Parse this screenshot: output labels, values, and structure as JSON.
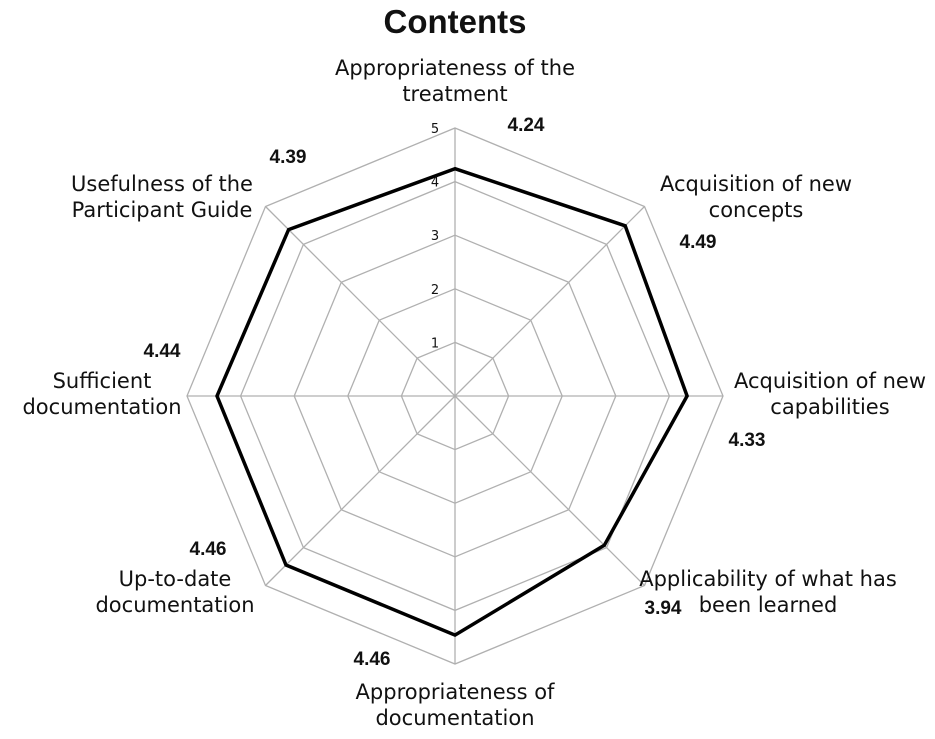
{
  "chart_data": {
    "type": "radar",
    "title": "Contents",
    "axes": [
      "Appropriateness of the treatment",
      "Acquisition of new concepts",
      "Acquisition of new capabilities",
      "Applicability of what has been learned",
      "Appropriateness of documentation",
      "Up-to-date documentation",
      "Sufficient documentation",
      "Usefulness of the Participant Guide"
    ],
    "axis_label_lines": [
      [
        "Appropriateness of the",
        "treatment"
      ],
      [
        "Acquisition of new",
        "concepts"
      ],
      [
        "Acquisition of new",
        "capabilities"
      ],
      [
        "Applicability of what has",
        "been learned"
      ],
      [
        "Appropriateness of",
        "documentation"
      ],
      [
        "Up-to-date",
        "documentation"
      ],
      [
        "Sufficient",
        "documentation"
      ],
      [
        "Usefulness of the",
        "Participant Guide"
      ]
    ],
    "series": [
      {
        "values": [
          4.24,
          4.49,
          4.33,
          3.94,
          4.46,
          4.46,
          4.44,
          4.39
        ]
      }
    ],
    "value_labels": [
      "4.24",
      "4.49",
      "4.33",
      "3.94",
      "4.46",
      "4.46",
      "4.44",
      "4.39"
    ],
    "rlim": [
      0,
      5
    ],
    "ticks": [
      1,
      2,
      3,
      4,
      5
    ],
    "tick_labels": [
      "1",
      "2",
      "3",
      "4",
      "5"
    ],
    "series_color": "#000000",
    "grid_color": "#b0b0b0"
  }
}
